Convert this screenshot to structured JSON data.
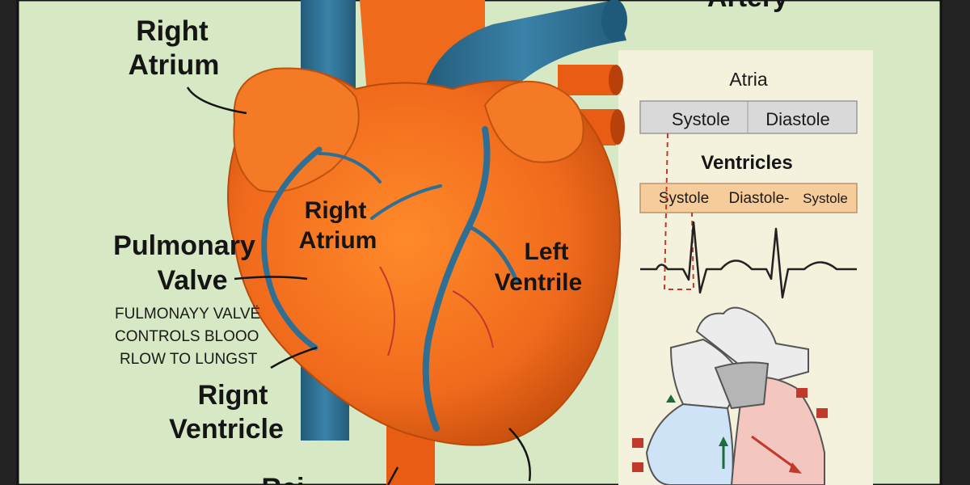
{
  "labels": {
    "artery_top": "Artery",
    "right_atrium_outer_1": "Right",
    "right_atrium_outer_2": "Atrium",
    "right_atrium_inner_1": "Right",
    "right_atrium_inner_2": "Atrium",
    "pulmonary_valve_1": "Pulmonary",
    "pulmonary_valve_2": "Valve",
    "note_line_1": "FULMONAYY VALVË",
    "note_line_2": "CONTROLS BLOOO",
    "note_line_3": "RLOW TO LUNGST",
    "right_ventricle_1": "Rignt",
    "right_ventricle_2": "Ventricle",
    "left_ventricle_1": "Left",
    "left_ventricle_2": "Ventrile",
    "bottom_cut": "Rei"
  },
  "cycle_panel": {
    "atria_title": "Atria",
    "atria_bar": [
      "Systole",
      "Diastole"
    ],
    "ventricles_title": "Ventricles",
    "ventricles_bar": [
      "Systole",
      "Diastole-",
      "Systole"
    ]
  },
  "colors": {
    "background_green": "#d6e8c4",
    "heart_orange": "#f06a1c",
    "vessel_blue": "#2f6f93",
    "ecg_line": "#222222",
    "atria_bar": "#d9d9d9",
    "ventricle_bar": "#f6cc9a",
    "dashed_marker": "#c0392b"
  }
}
